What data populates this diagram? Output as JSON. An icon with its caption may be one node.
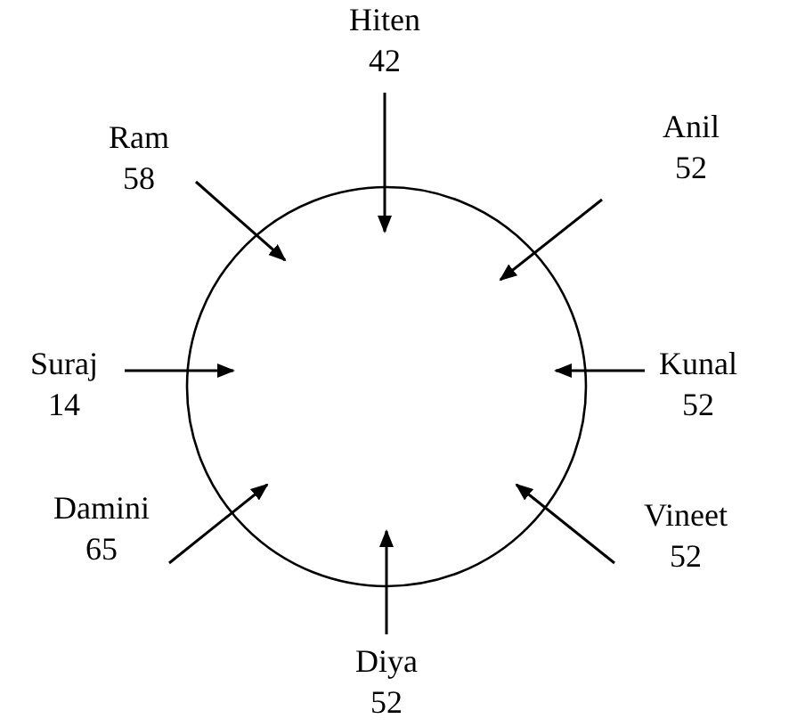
{
  "diagram": {
    "nodes": [
      {
        "text": [
          "Hiten",
          "42"
        ]
      },
      {
        "text": [
          "Anil",
          "52"
        ]
      },
      {
        "text": [
          "Ram",
          "58"
        ]
      },
      {
        "text": [
          "Suraj",
          "14"
        ]
      },
      {
        "text": [
          "Kunal",
          "52"
        ]
      },
      {
        "text": [
          "Damini",
          "65"
        ]
      },
      {
        "text": [
          "Vineet",
          "52"
        ]
      },
      {
        "text": [
          "Diya",
          "52"
        ]
      },
      {
        "text": [],
        "shape": "circle"
      }
    ],
    "edges": [
      {
        "from": 0,
        "to": 8,
        "arrow": "to"
      },
      {
        "from": 1,
        "to": 8,
        "arrow": "to"
      },
      {
        "from": 2,
        "to": 8,
        "arrow": "to"
      },
      {
        "from": 3,
        "to": 8,
        "arrow": "to"
      },
      {
        "from": 4,
        "to": 8,
        "arrow": "to"
      },
      {
        "from": 5,
        "to": 8,
        "arrow": "to"
      },
      {
        "from": 6,
        "to": 8,
        "arrow": "to"
      },
      {
        "from": 7,
        "to": 8,
        "arrow": "to"
      }
    ]
  }
}
